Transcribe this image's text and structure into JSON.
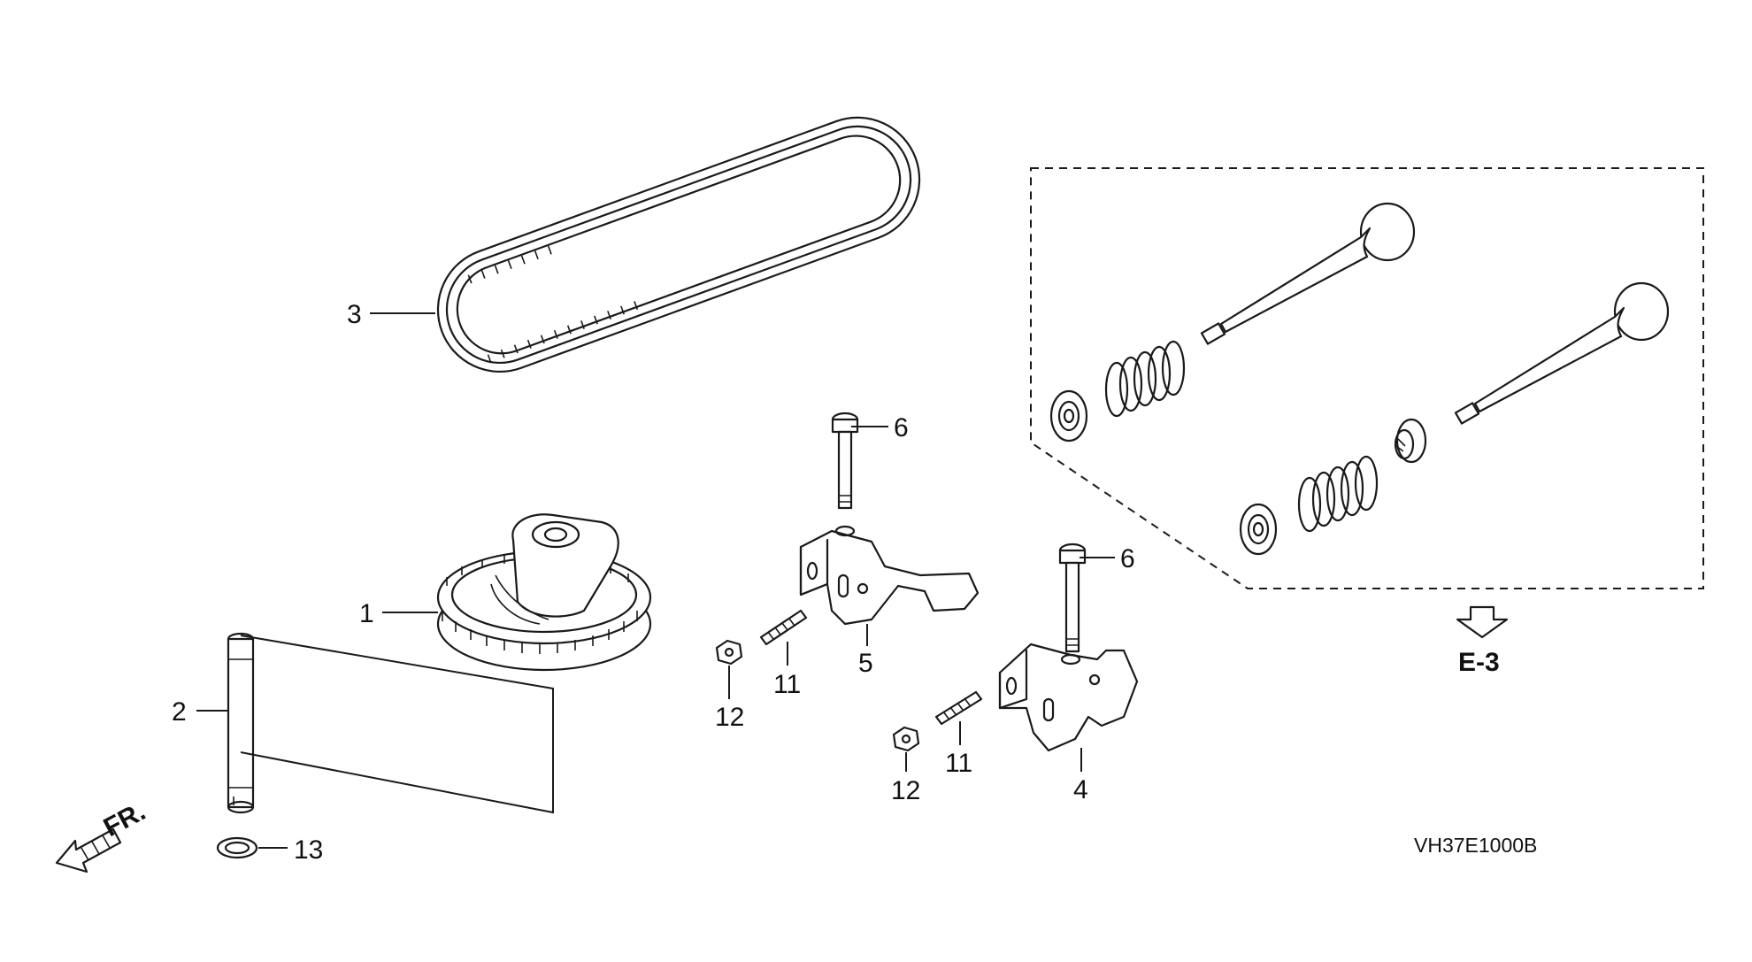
{
  "callouts": {
    "c1": "1",
    "c2": "2",
    "c3": "3",
    "c4": "4",
    "c5": "5",
    "c6a": "6",
    "c6b": "6",
    "c11a": "11",
    "c11b": "11",
    "c12a": "12",
    "c12b": "12",
    "c13": "13"
  },
  "reference_label": "E-3",
  "front_label": "FR.",
  "diagram_code": "VH37E1000B"
}
